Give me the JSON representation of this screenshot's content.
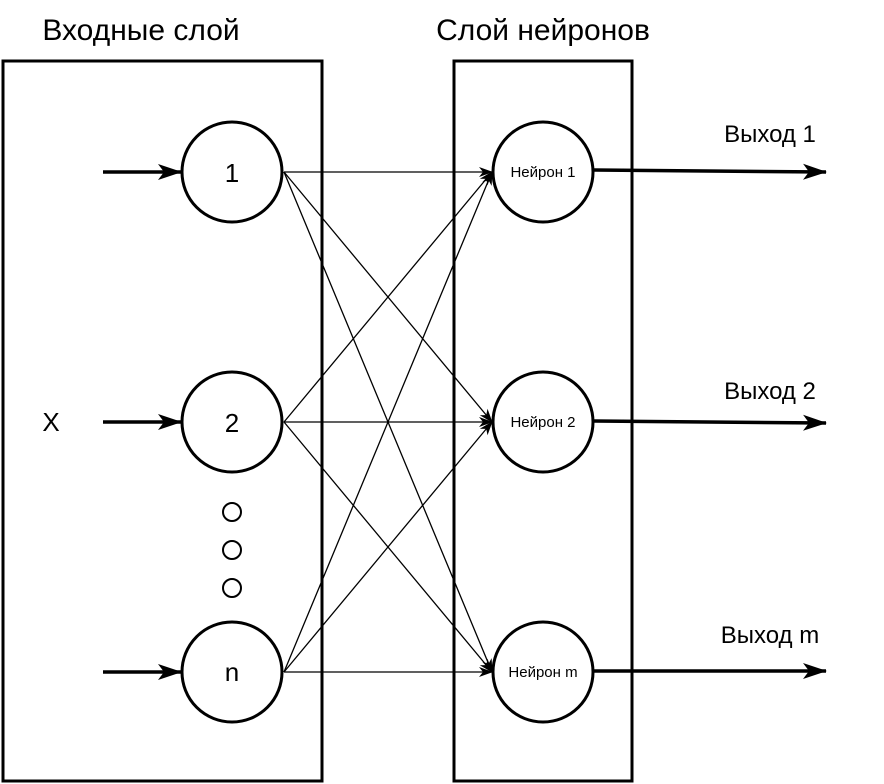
{
  "diagram": {
    "input_layer_title": "Входные слой",
    "neuron_layer_title": "Слой нейронов",
    "input_variable": "X",
    "input_nodes": [
      "1",
      "2",
      "n"
    ],
    "neurons": [
      "Нейрон 1",
      "Нейрон 2",
      "Нейрон m"
    ],
    "outputs": [
      "Выход 1",
      "Выход 2",
      "Выход m"
    ],
    "ellipsis_dots": 3,
    "stroke_color": "#000000",
    "background_color": "#ffffff"
  }
}
